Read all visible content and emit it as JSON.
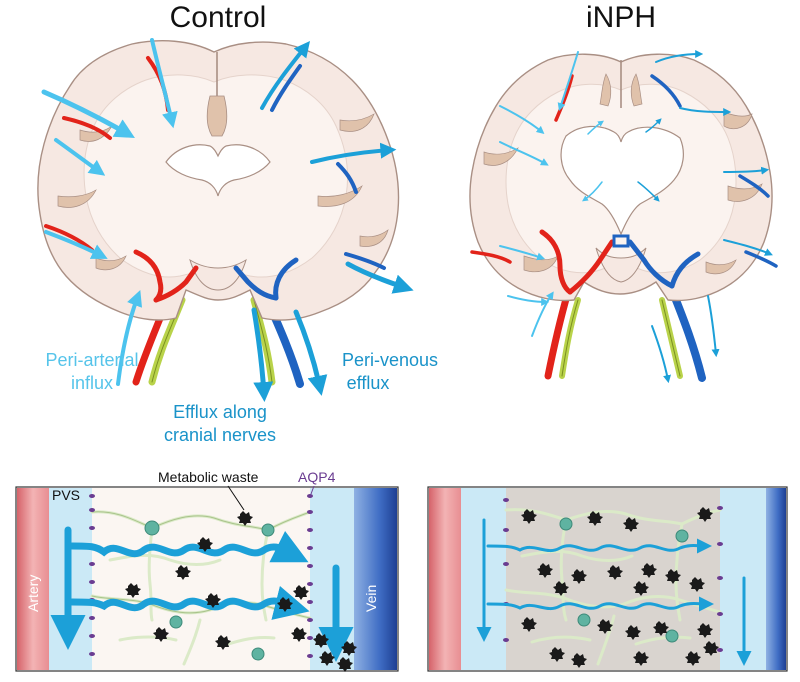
{
  "titles": {
    "control": "Control",
    "inph": "iNPH"
  },
  "labels": {
    "peri_arterial_line1": "Peri-arterial",
    "peri_arterial_line2": "influx",
    "peri_venous_line1": "Peri-venous",
    "peri_venous_line2": "efflux",
    "efflux_nerves_line1": "Efflux along",
    "efflux_nerves_line2": "cranial nerves"
  },
  "panel": {
    "pvs": "PVS",
    "metabolic_waste": "Metabolic waste",
    "aqp4": "AQP4",
    "artery": "Artery",
    "vein": "Vein"
  },
  "colors": {
    "brain_tissue": "#f6e8e2",
    "brain_outline": "#a98f84",
    "white_matter": "#fbf3ef",
    "ventricle": "#ffffff",
    "sulcus_tan": "#e0c2ab",
    "artery_red": "#e2231a",
    "vein_blue": "#1f63c1",
    "csf_arrow_light": "#4cc3ee",
    "csf_arrow_dark": "#1ca0d8",
    "label_teal": "#1a93c9",
    "label_light_blue": "#56c4ea",
    "nerve_green": "#b9d34a",
    "aqp4_purple": "#6a3c91",
    "pvs_fill": "#cbe9f6",
    "parenchyma_control": "#fbf6f2",
    "parenchyma_inph": "#d9d4cf",
    "astrocyte": "#dbeac8"
  }
}
